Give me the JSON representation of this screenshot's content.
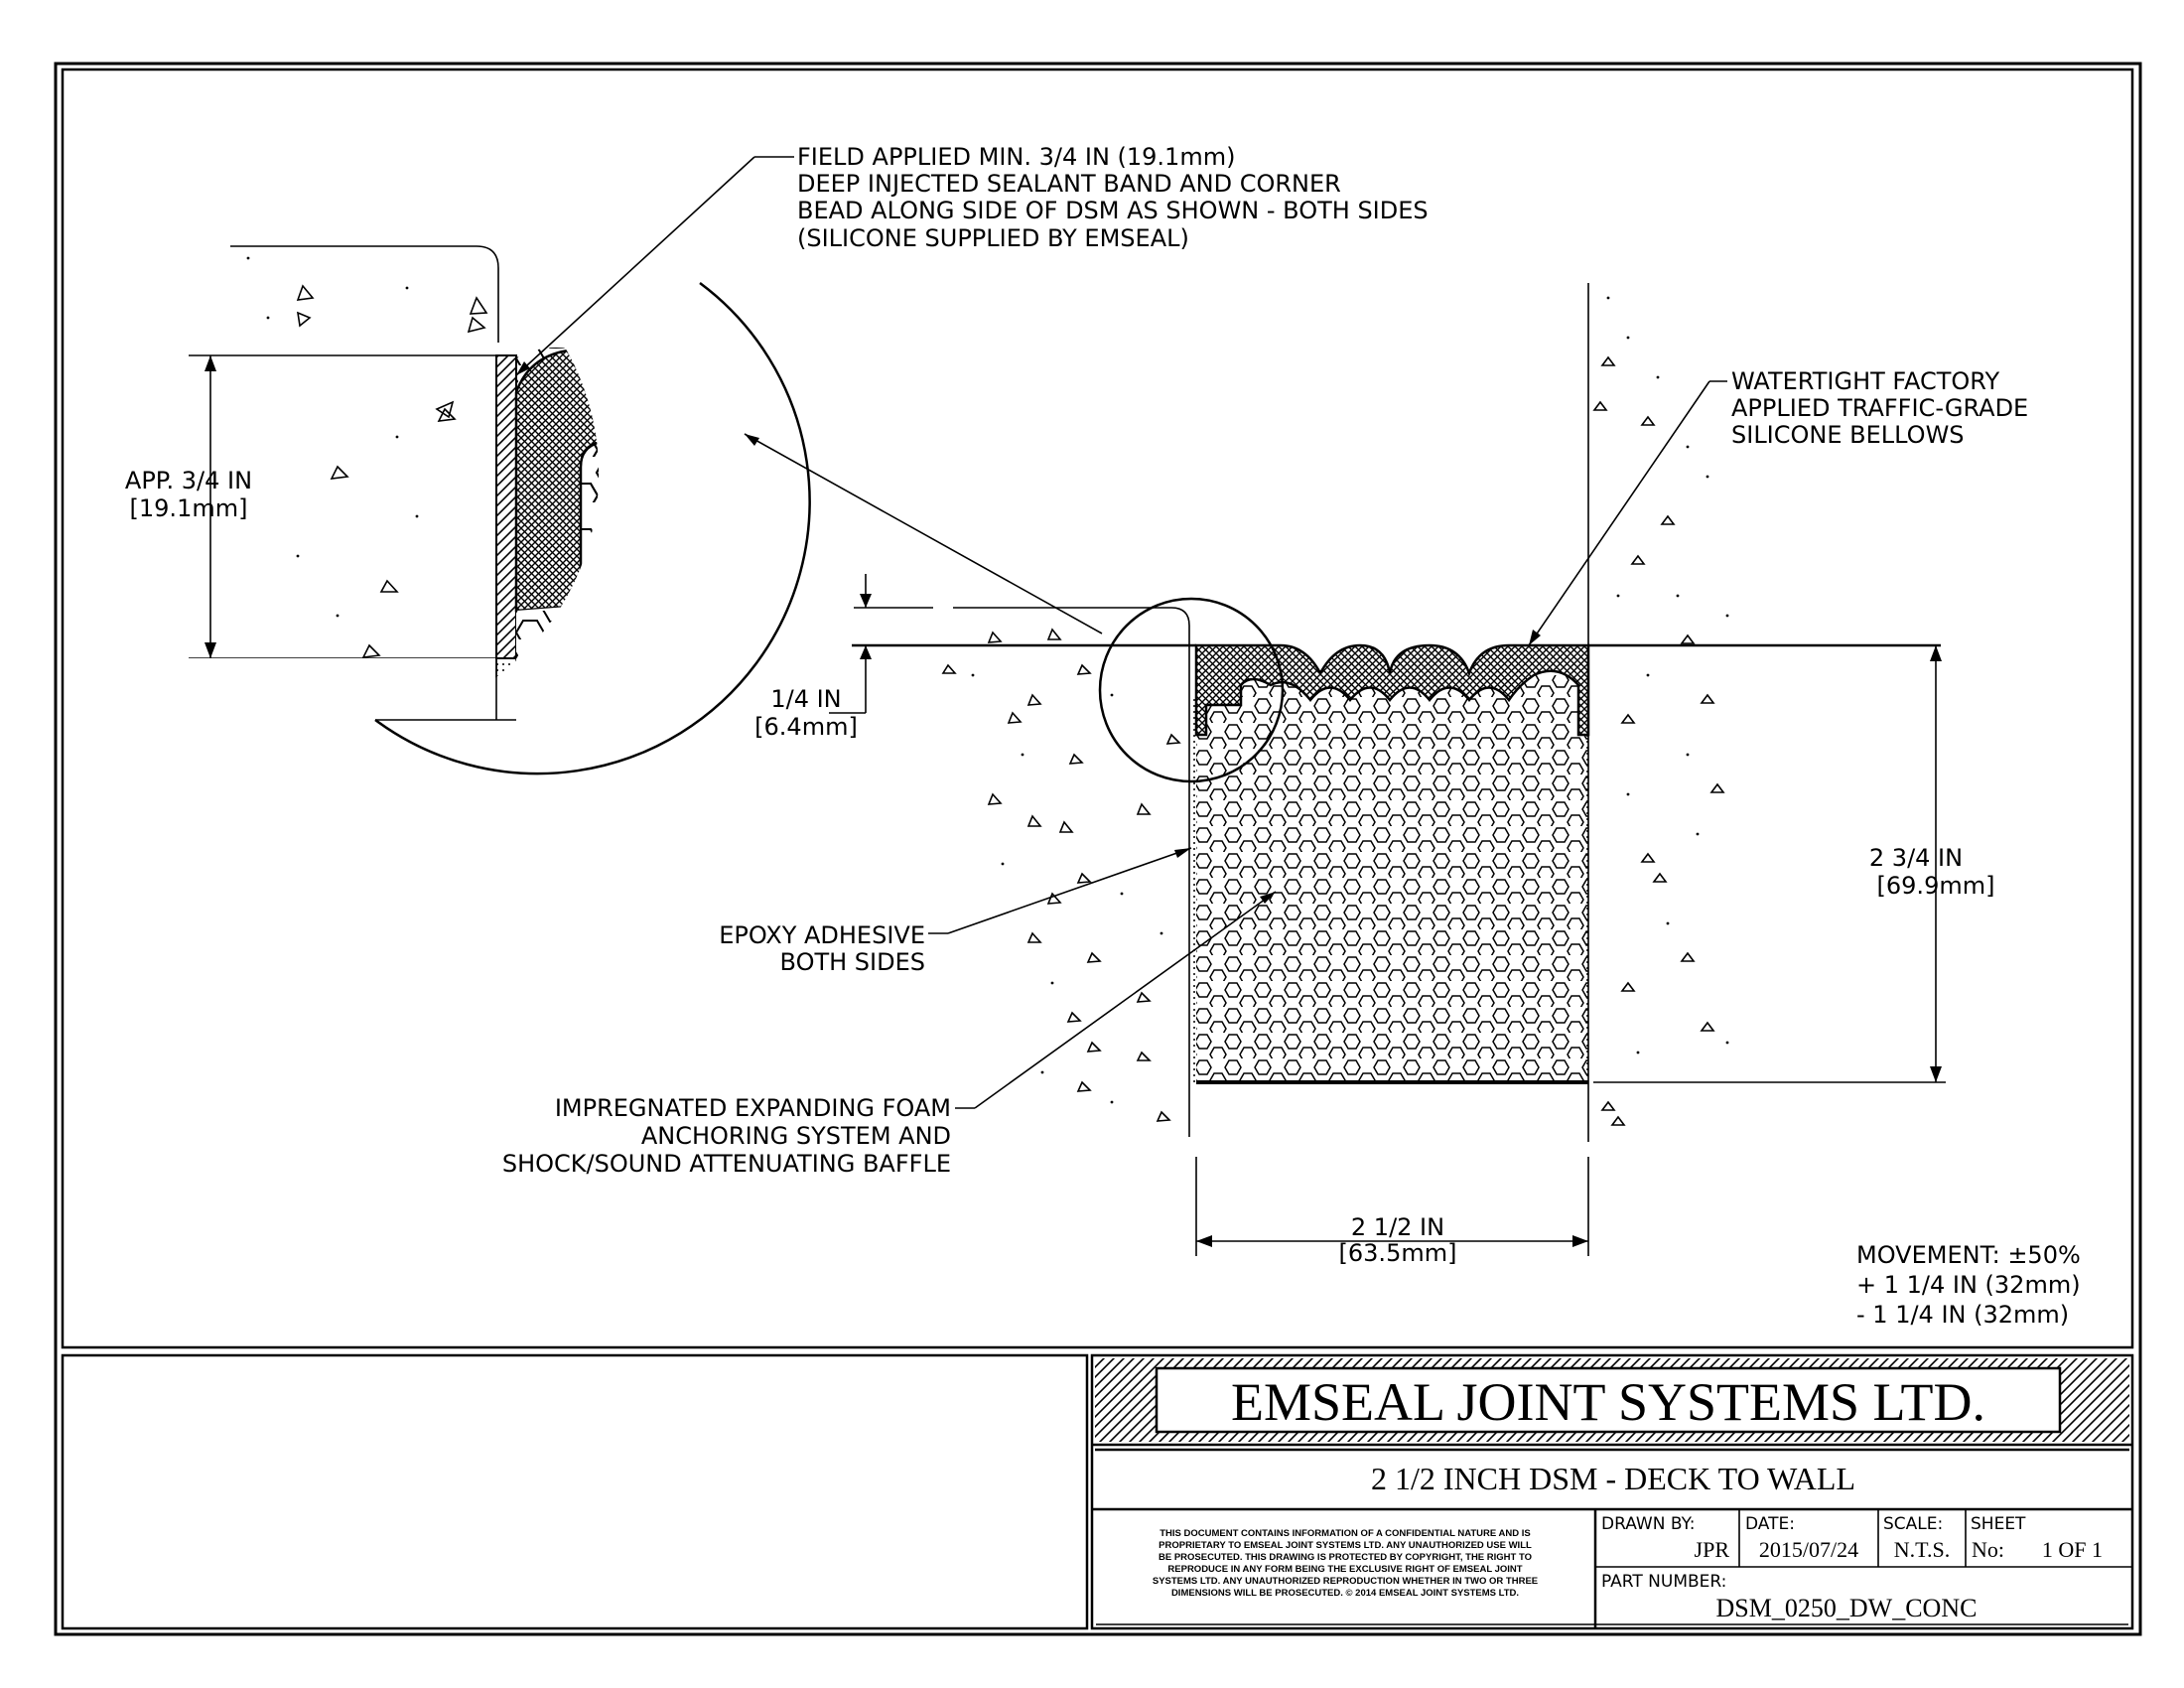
{
  "callouts": {
    "field_sealant": [
      "FIELD APPLIED MIN. 3/4 IN (19.1mm)",
      "DEEP INJECTED SEALANT BAND AND CORNER",
      "BEAD ALONG SIDE OF DSM AS SHOWN - BOTH SIDES",
      "(SILICONE SUPPLIED BY EMSEAL)"
    ],
    "bellows": [
      "WATERTIGHT FACTORY",
      "APPLIED TRAFFIC-GRADE",
      "SILICONE BELLOWS"
    ],
    "epoxy": [
      "EPOXY ADHESIVE",
      "BOTH SIDES"
    ],
    "foam": [
      "IMPREGNATED EXPANDING FOAM",
      "ANCHORING SYSTEM AND",
      "SHOCK/SOUND ATTENUATING BAFFLE"
    ]
  },
  "dimensions": {
    "detail_depth": [
      "APP. 3/4 IN",
      "[19.1mm]"
    ],
    "recess": [
      "1/4 IN",
      "[6.4mm]"
    ],
    "height": [
      "2 3/4 IN",
      "[69.9mm]"
    ],
    "width": [
      "2 1/2 IN",
      "[63.5mm]"
    ]
  },
  "movement": {
    "line1": "MOVEMENT: ±50%",
    "line2": "+ 1 1/4 IN (32mm)",
    "line3": "- 1 1/4 IN (32mm)"
  },
  "title_block": {
    "company": "EMSEAL JOINT SYSTEMS LTD.",
    "drawing_title": "2 1/2 INCH DSM - DECK TO WALL",
    "disclaimer": [
      "THIS DOCUMENT CONTAINS INFORMATION OF A CONFIDENTIAL NATURE AND IS",
      "PROPRIETARY TO EMSEAL JOINT SYSTEMS LTD. ANY UNAUTHORIZED USE WILL",
      "BE PROSECUTED. THIS DRAWING IS PROTECTED BY COPYRIGHT, THE RIGHT TO",
      "REPRODUCE IN ANY FORM BEING THE EXCLUSIVE RIGHT OF EMSEAL JOINT",
      "SYSTEMS LTD. ANY UNAUTHORIZED REPRODUCTION WHETHER IN TWO OR THREE",
      "DIMENSIONS WILL BE PROSECUTED. © 2014 EMSEAL JOINT SYSTEMS LTD."
    ],
    "drawn_by_label": "DRAWN BY:",
    "drawn_by": "JPR",
    "date_label": "DATE:",
    "date": "2015/07/24",
    "scale_label": "SCALE:",
    "scale": "N.T.S.",
    "sheet_label": "SHEET",
    "sheet_no_label": "No:",
    "sheet": "1 OF 1",
    "part_number_label": "PART NUMBER:",
    "part_number": "DSM_0250_DW_CONC"
  }
}
